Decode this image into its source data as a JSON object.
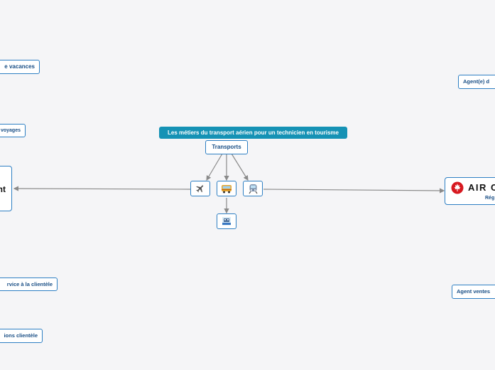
{
  "title": "Les métiers du transport aérien pour un technicien en tourisme",
  "center": "Transports",
  "icons": {
    "plane": "airplane-icon",
    "bus": "bus-icon",
    "train": "train-icon",
    "cruise": "cruise-ship-icon"
  },
  "left_nodes": {
    "vacances": "e vacances",
    "voyages": "voyages",
    "big": "nt",
    "service": "rvice à la clientèle",
    "relations": "ions clientèle"
  },
  "right_nodes": {
    "agent_top": "Agent(e) d",
    "aircanada_logo": "AIR C",
    "aircanada_sub": "Rég",
    "agent_ventes": "Agent ventes"
  },
  "colors": {
    "title_bg": "#1592b5",
    "node_border": "#2e7fc3",
    "node_text": "#1a4f86",
    "edge": "#8a8a8a",
    "aircanada_red": "#d71920"
  }
}
